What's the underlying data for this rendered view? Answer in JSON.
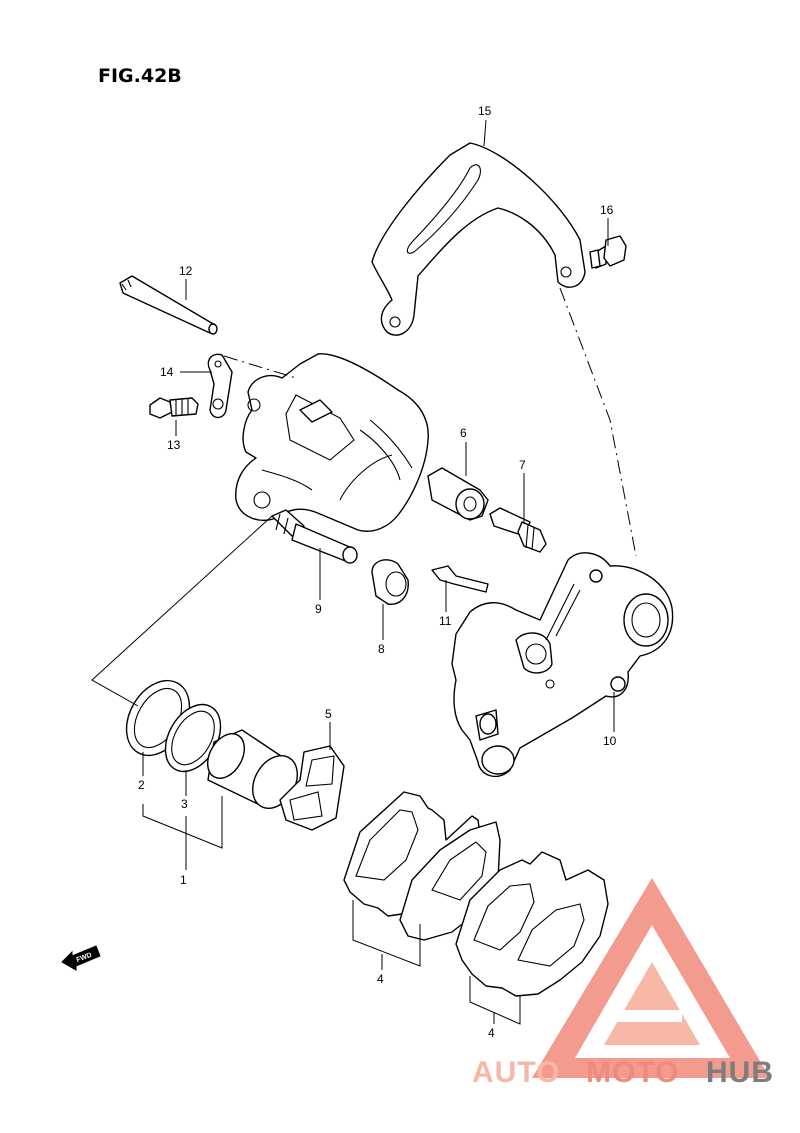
{
  "figure": {
    "label": "FIG.42B"
  },
  "callouts": [
    "1",
    "2",
    "3",
    "4",
    "4",
    "5",
    "6",
    "7",
    "8",
    "9",
    "10",
    "11",
    "12",
    "13",
    "14",
    "15",
    "16"
  ],
  "fwd": {
    "label": "FWD"
  },
  "watermark": {
    "word_a": "AUTO",
    "word_b": "MOTO",
    "word_c": "HUB",
    "colors": {
      "light": "#f6b7a4",
      "mid": "#f08a7a",
      "dark": "#7d7d7d"
    }
  }
}
